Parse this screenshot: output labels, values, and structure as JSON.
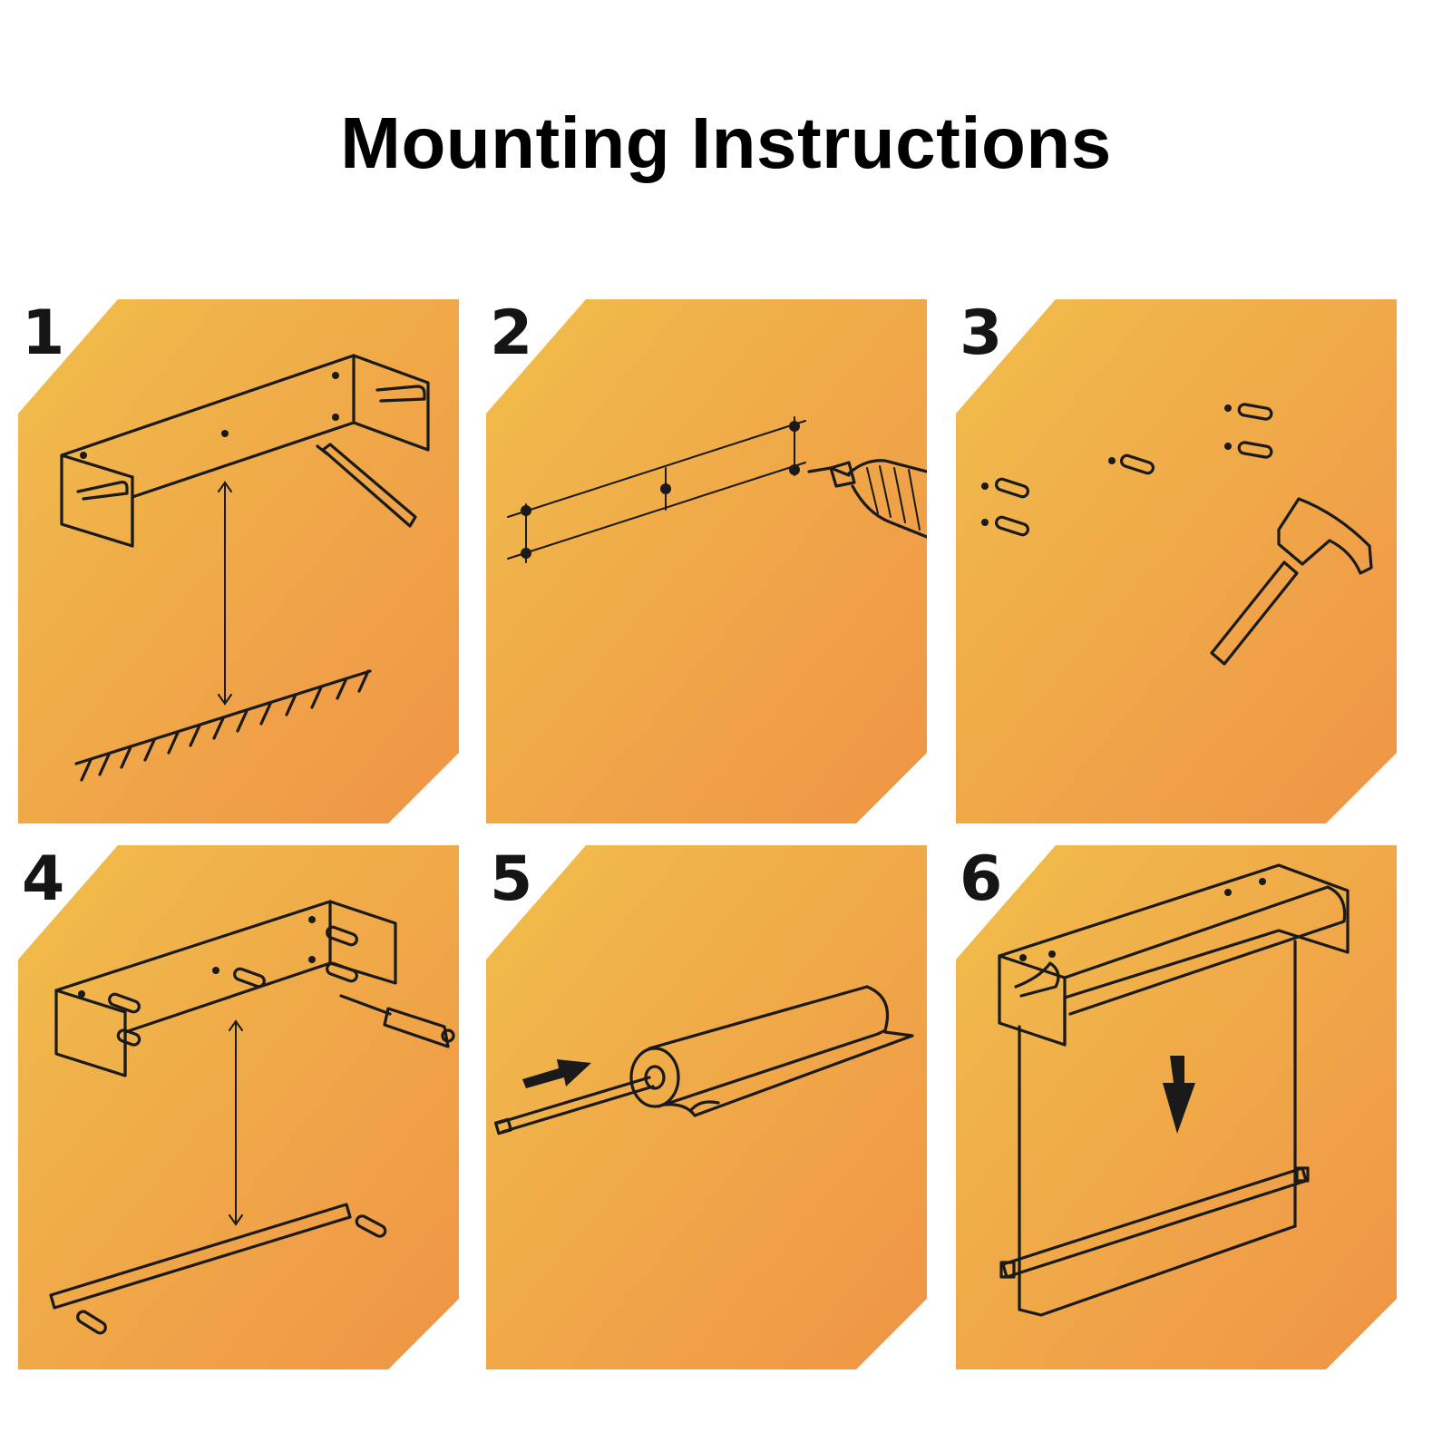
{
  "title": "Mounting Instructions",
  "gradient": {
    "start": "#f1bd4b",
    "end": "#ef9446"
  },
  "steps": [
    {
      "number": "1",
      "illustration": "bracket-measure"
    },
    {
      "number": "2",
      "illustration": "drill-holes"
    },
    {
      "number": "3",
      "illustration": "insert-anchors"
    },
    {
      "number": "4",
      "illustration": "screw-bracket"
    },
    {
      "number": "5",
      "illustration": "insert-rod"
    },
    {
      "number": "6",
      "illustration": "pull-down-blind"
    }
  ]
}
